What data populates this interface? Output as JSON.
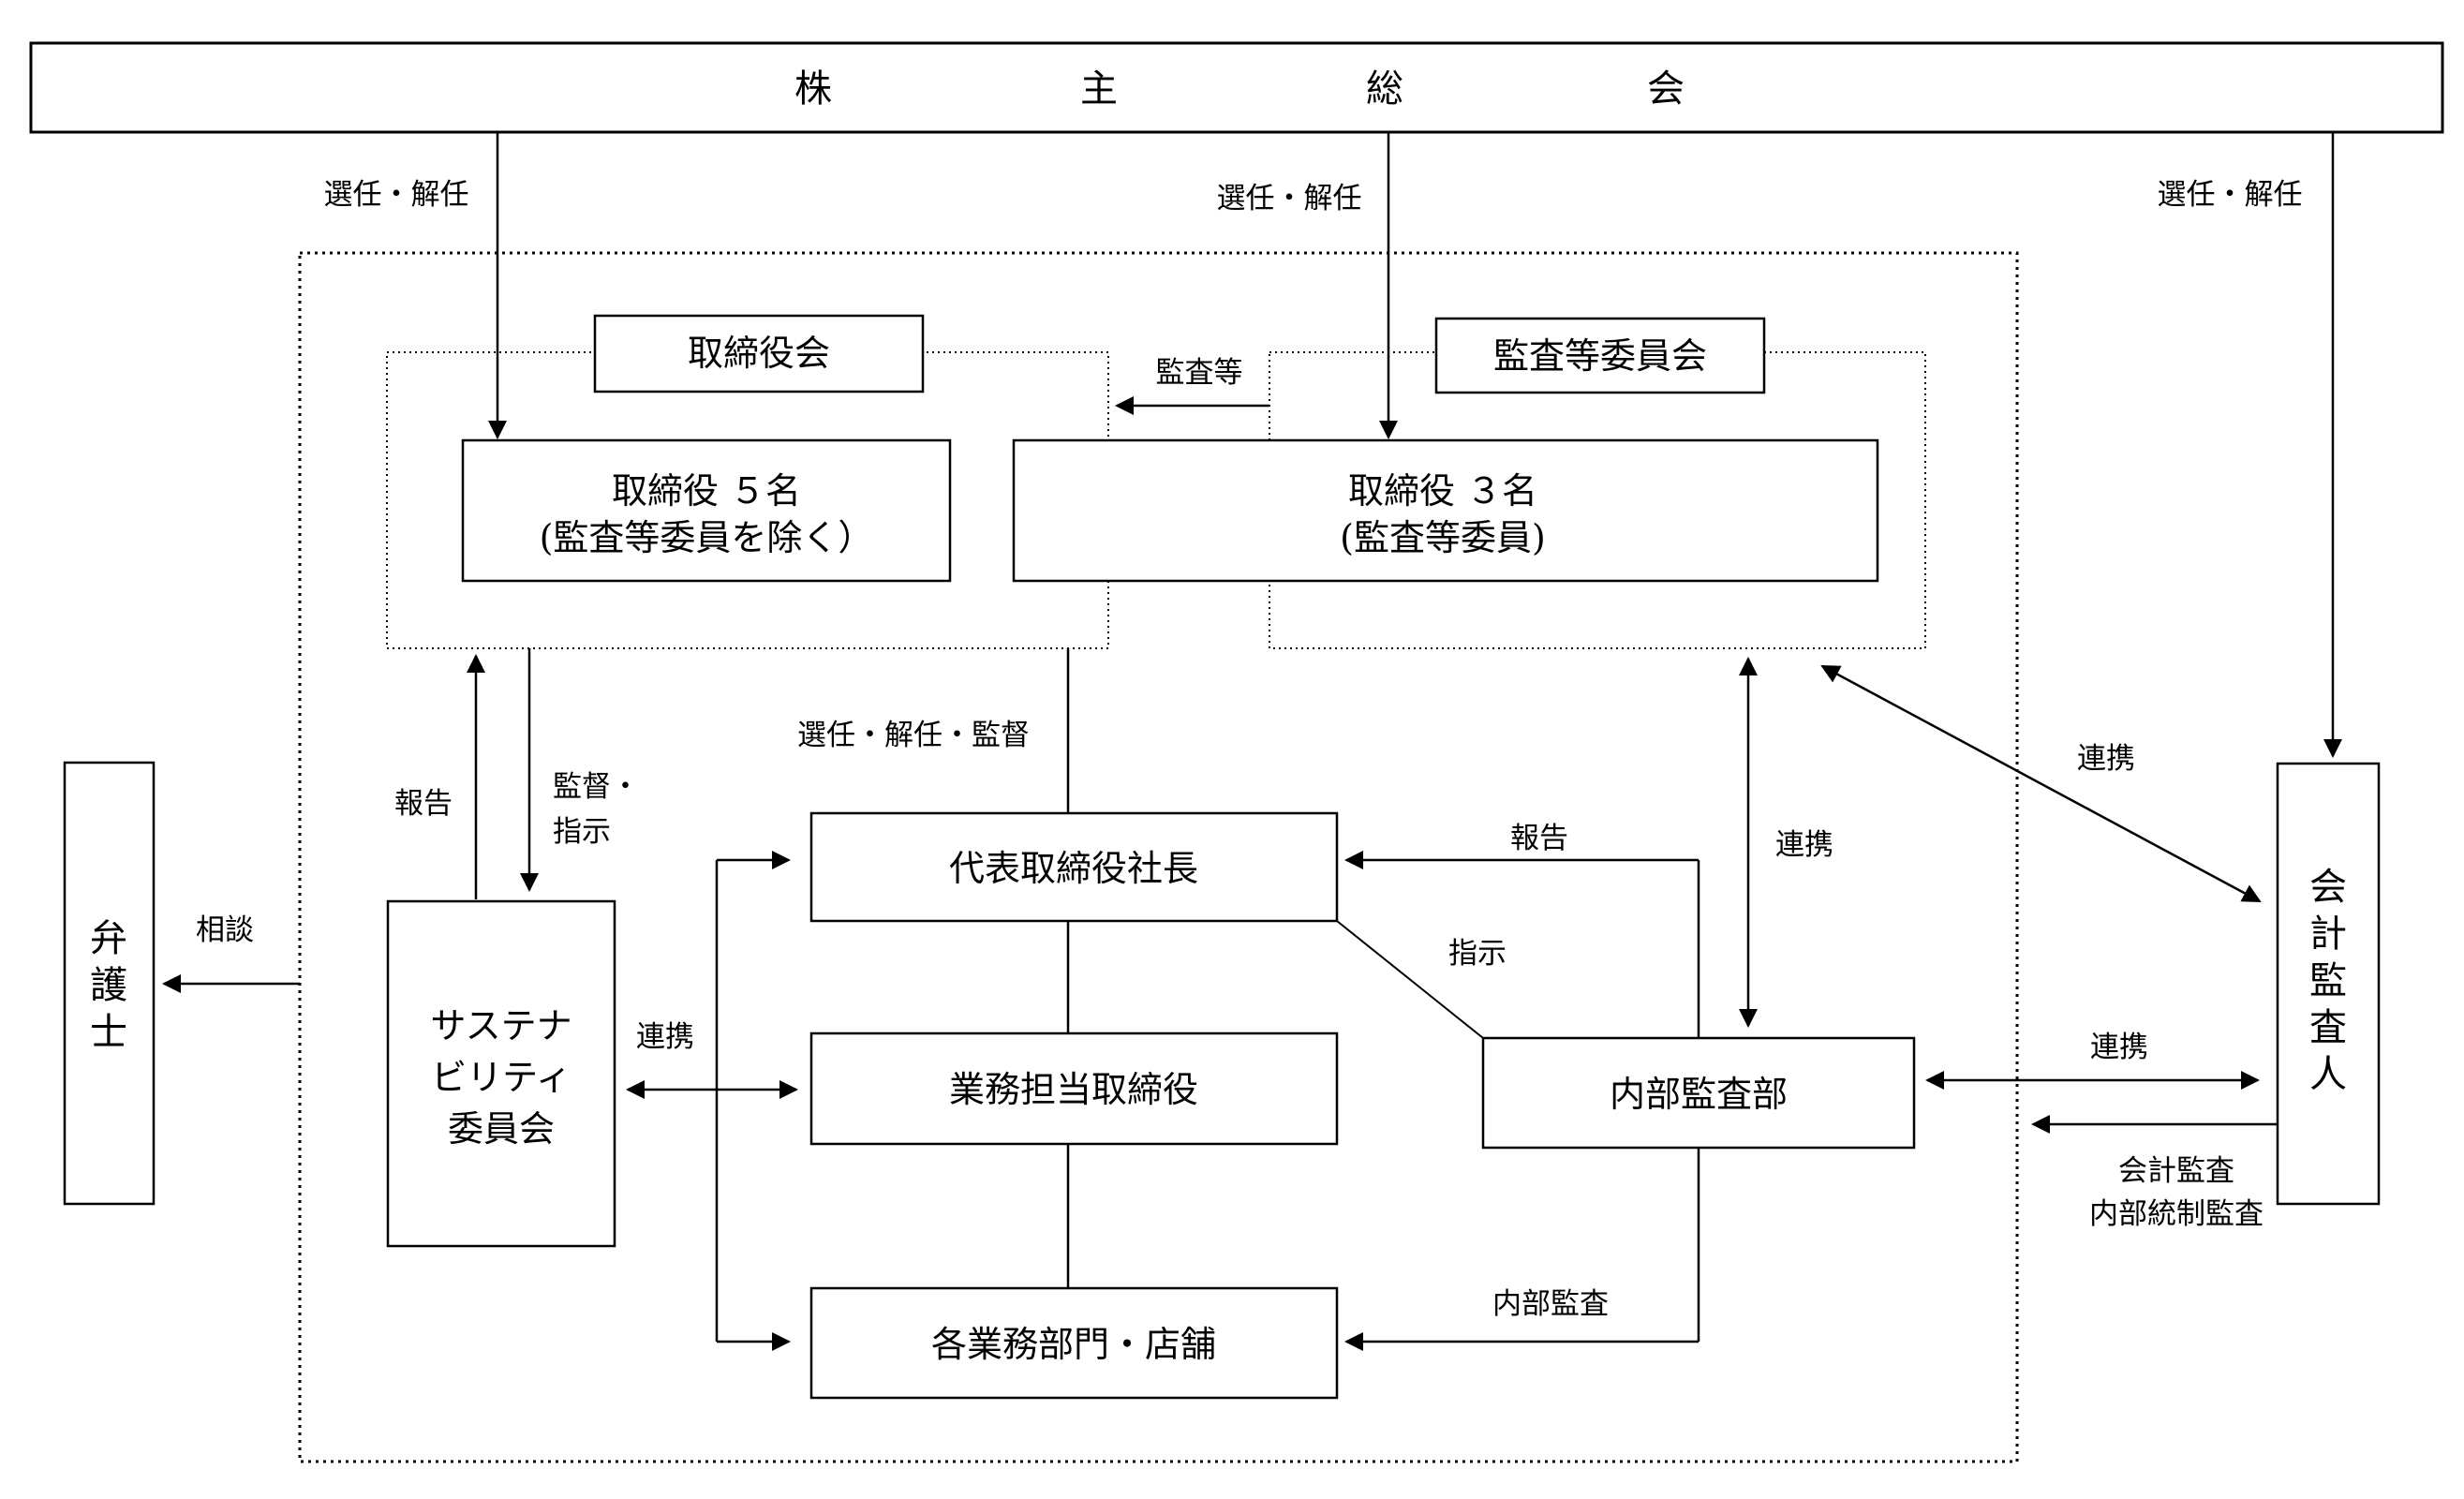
{
  "shareholders_meeting": [
    "株",
    "主",
    "総",
    "会"
  ],
  "appointment_labels": {
    "left": "選任・解任",
    "center": "選任・解任",
    "right": "選任・解任"
  },
  "board": {
    "title": "取締役会",
    "directors_line1": "取締役 ５名",
    "directors_line2": "(監査等委員を除く）"
  },
  "audit_committee": {
    "title": "監査等委員会",
    "members_line1": "取締役 ３名",
    "members_line2": "(監査等委員)"
  },
  "labels": {
    "audit_etc": "監査等",
    "appoint_supervise": "選任・解任・監督",
    "report_left": "報告",
    "supervise_line1": "監督・",
    "supervise_line2": "指示",
    "consult": "相談",
    "cooperation_sust": "連携",
    "report_internal": "報告",
    "instruction": "指示",
    "cooperation_audit": "連携",
    "cooperation_accountant": "連携",
    "cooperation_internal_accountant": "連携",
    "accounting_audit": "会計監査",
    "internal_control_audit": "内部統制監査",
    "internal_audit": "内部監査"
  },
  "lawyer": [
    "弁",
    "護",
    "士"
  ],
  "sustainability_committee": [
    "サステナ",
    "ビリティ",
    "委員会"
  ],
  "president": "代表取締役社長",
  "business_directors": "業務担当取締役",
  "departments": "各業務部門・店舗",
  "internal_audit_dept": "内部監査部",
  "accountant": [
    "会",
    "計",
    "監",
    "査",
    "人"
  ]
}
